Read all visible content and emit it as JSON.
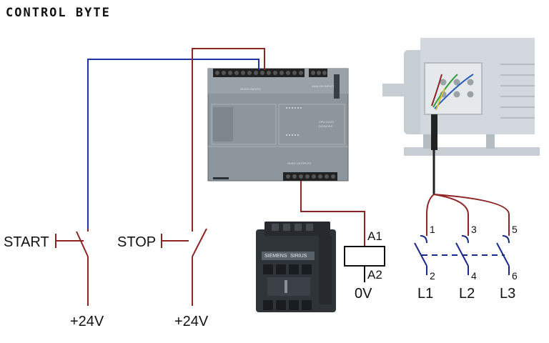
{
  "logo": {
    "text": "CONTROL BYTE"
  },
  "labels": {
    "start": "START",
    "stop": "STOP",
    "v24_start": "+24V",
    "v24_stop": "+24V",
    "a1": "A1",
    "a2": "A2",
    "zero_v": "0V",
    "term_1": "1",
    "term_3": "3",
    "term_5": "5",
    "term_2": "2",
    "term_4": "4",
    "term_6": "6",
    "l1": "L1",
    "l2": "L2",
    "l3": "L3"
  },
  "plc": {
    "model": "CPU 1212C",
    "model_sub": "DC/DC/DC",
    "inputs_label": "24VDC INPUTS",
    "outputs_label": "24VDC OUTPUTS",
    "analog_label": "ANALOG INPUTS"
  },
  "contactor": {
    "brand": "SIEMENS",
    "series": "SIRIUS"
  },
  "colors": {
    "wire_red": "#8e2424",
    "wire_blue": "#2233aa",
    "plc_body": "#8c969c",
    "contactor_body": "#2f3439",
    "motor_body": "#c6cdd3"
  }
}
